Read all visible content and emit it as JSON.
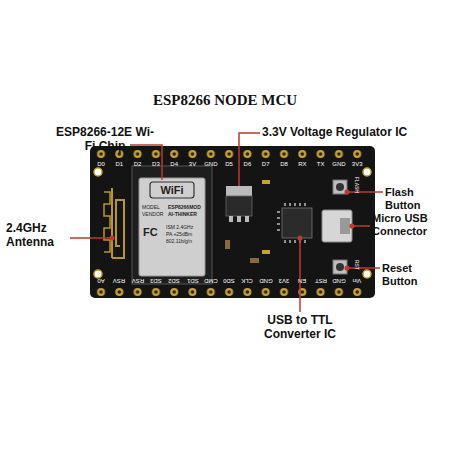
{
  "diagram": {
    "title": "ESP8266 NODE MCU",
    "labels": [
      "ESP8266-12E Wi-Fi Chip",
      "3.3V Voltage Regulator IC",
      "Flash Button",
      "Micro USB Connector",
      "Reset Button",
      "2.4GHz Antenna",
      "USB to TTL Converter IC",
      "D0",
      "D1",
      "D2",
      "D3",
      "D4",
      "3V",
      "GND",
      "D5",
      "D6",
      "D7",
      "D8",
      "RX",
      "TX",
      "GND",
      "3V3",
      "A0",
      "RSV",
      "RSV",
      "SD3",
      "SD2",
      "SD1",
      "CMD",
      "SD0",
      "CLK",
      "GND",
      "3V3",
      "EN",
      "RST",
      "GND",
      "Vin",
      "WiFi",
      "MODEL",
      "VENDOR",
      "ESP8266MOD",
      "AI-THINKER",
      "FC",
      "ISM 2.4GHz",
      "PA +25dBm",
      "802.11b/g/n",
      "FLASH",
      "RST"
    ]
  }
}
